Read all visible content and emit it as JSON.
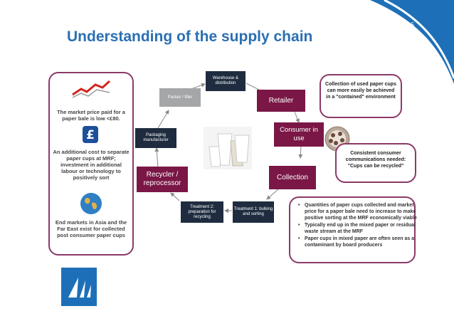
{
  "page": {
    "number": "5",
    "title": "Understanding of the supply chain"
  },
  "left_panel": {
    "market_price_text": "The market price paid for a paper bale is low <£80.",
    "cost_text": "An additional cost to separate paper cups at MRF; investment in additional labour or technology to positively sort",
    "markets_text": "End markets in Asia and the Far East exist for collected post consumer paper cups"
  },
  "chain": {
    "packer_filler": "Packer / filler",
    "warehouse": "Warehouse & distribution",
    "retailer": "Retailer",
    "consumer": "Consumer in use",
    "collection": "Collection",
    "treatment1": "Treatment 1: bulking and sorting",
    "treatment2": "Treatment 2: preparation for recycling",
    "recycler": "Recycler / reprocessor",
    "packaging": "Packaging manufacturer"
  },
  "callouts": {
    "contained": "Collection of used paper cups can more easily be achieved in a \"contained\" environment",
    "communications": "Consistent consumer communications needed: \"Cups can be recycled\"",
    "mrf_bullets": [
      "Quantities of paper cups collected and market price for a paper bale need to increase to make positive sorting at the MRF economically viable",
      "Typically end up in the mixed paper or residual waste stream at the MRF",
      "Paper cups in mixed paper are often seen as a contaminant by board producers"
    ]
  },
  "icons": [
    "trend-chart-icon",
    "pound-sign-icon",
    "globe-icon",
    "cups-image",
    "cups-plate-icon",
    "sail-logo-icon"
  ],
  "colors": {
    "title": "#2a6fb3",
    "maroon": "#7a1746",
    "dark_box": "#1f2c3f",
    "border": "#8b3a67",
    "corner": "#1d70b8"
  }
}
